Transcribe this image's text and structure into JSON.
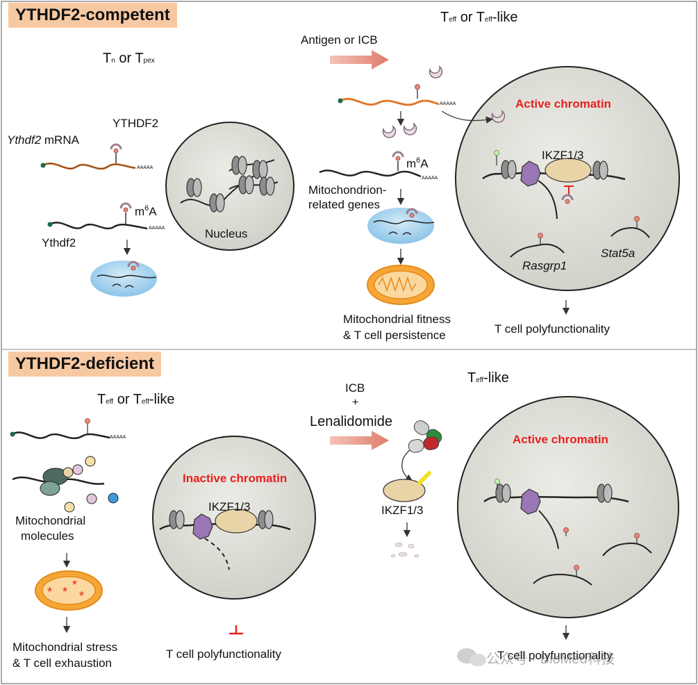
{
  "top": {
    "header": "YTHDF2-competent",
    "state_left": {
      "main1": "T",
      "sub1": "n",
      "mid": " or T",
      "sub2": "pex"
    },
    "state_right": {
      "main1": "T",
      "sub1": "eff",
      "mid": " or T",
      "sub2": "eff",
      "tail": "-like"
    },
    "arrow_label": "Antigen or ICB",
    "ythdf2_label": "YTHDF2",
    "ythdf2_mrna": {
      "italic": "Ythdf2",
      "rest": " mRNA"
    },
    "ythdf2_gene": "Ythdf2",
    "m6a_label": {
      "pre": "m",
      "sup": "6",
      "post": "A"
    },
    "polya": "AAAAA",
    "nucleus_label": "Nucleus",
    "mito_genes": [
      "Mitochondrion-",
      "related genes"
    ],
    "mito_fitness": [
      "Mitochondrial fitness",
      "& T cell persistence"
    ],
    "active_chromatin": "Active chromatin",
    "ikzf": "IKZF1/3",
    "rasgrp1": "Rasgrp1",
    "stat5a": "Stat5a",
    "polyfunctionality": "T cell polyfunctionality"
  },
  "bottom": {
    "header": "YTHDF2-deficient",
    "state_left": {
      "main1": "T",
      "sub1": "eff",
      "mid": " or T",
      "sub2": "eff",
      "tail": "-like"
    },
    "state_right": {
      "main1": "T",
      "sub1": "eff",
      "tail": "-like"
    },
    "drug_lines": [
      "ICB",
      "+",
      "Lenalidomide"
    ],
    "mito_molecules": [
      "Mitochondrial",
      "molecules"
    ],
    "mito_stress": [
      "Mitochondrial stress",
      "& T cell exhaustion"
    ],
    "inactive_chromatin": "Inactive chromatin",
    "ikzf_left": "IKZF1/3",
    "ikzf_mid": "IKZF1/3",
    "active_chromatin": "Active chromatin",
    "polyfunctionality_left": "T cell polyfunctionality",
    "polyfunctionality_right": "T cell polyfunctionality",
    "watermark": "公众号 · BioMed科技"
  },
  "colors": {
    "header_bg": "#f7c9a3",
    "active_red": "#e8201f",
    "mrna_orange": "#e07a2e",
    "nucleus_fill": "#deded8",
    "proteasome_blue": "#a9d4ef",
    "mito_orange": "#f6a637",
    "ikzf_fill": "#e9d4a8",
    "complex_purple": "#9a76b4"
  }
}
